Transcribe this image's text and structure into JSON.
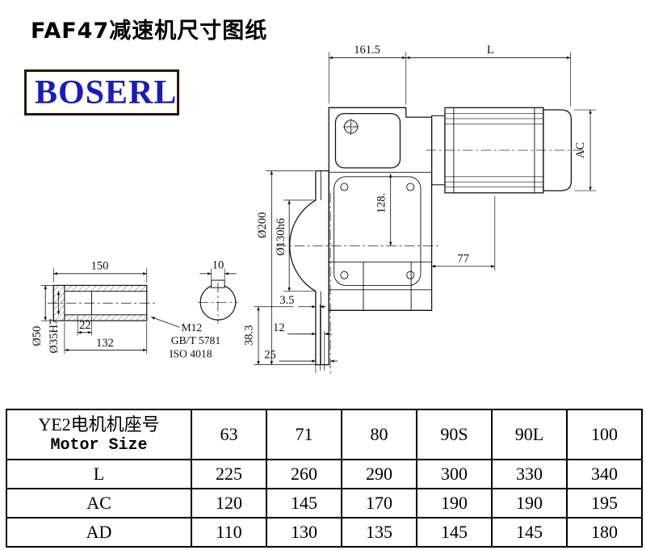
{
  "page": {
    "title": "FAF47减速机尺寸图纸",
    "brand": "BOSERL"
  },
  "drawing": {
    "dims": {
      "width_161_5": "161.5",
      "motor_length": "L",
      "motor_height": "AC",
      "flange_diameter": "Ø200",
      "spigot_diameter": "Ø130h6",
      "center_height": "128.",
      "dim_77": "77",
      "dim_3_5": "3.5",
      "dim_12": "12",
      "dim_25": "25",
      "dim_38_3": "38.3"
    },
    "shaft": {
      "length_150": "150",
      "key_width_10": "10",
      "outer_dia": "Ø50",
      "bore_dia": "Ø35H7",
      "dim_22": "22",
      "dim_132": "132",
      "thread": "M12",
      "standard_gb": "GB/T 5781",
      "standard_iso": "ISO 4018"
    }
  },
  "table": {
    "row_header_cn": "YE2电机机座号",
    "row_header_en": "Motor Size",
    "motor_sizes": [
      "63",
      "71",
      "80",
      "90S",
      "90L",
      "100"
    ],
    "rows": [
      {
        "label": "L",
        "values": [
          "225",
          "260",
          "290",
          "300",
          "330",
          "340"
        ]
      },
      {
        "label": "AC",
        "values": [
          "120",
          "145",
          "170",
          "190",
          "190",
          "195"
        ]
      },
      {
        "label": "AD",
        "values": [
          "110",
          "130",
          "135",
          "145",
          "145",
          "180"
        ]
      }
    ]
  }
}
